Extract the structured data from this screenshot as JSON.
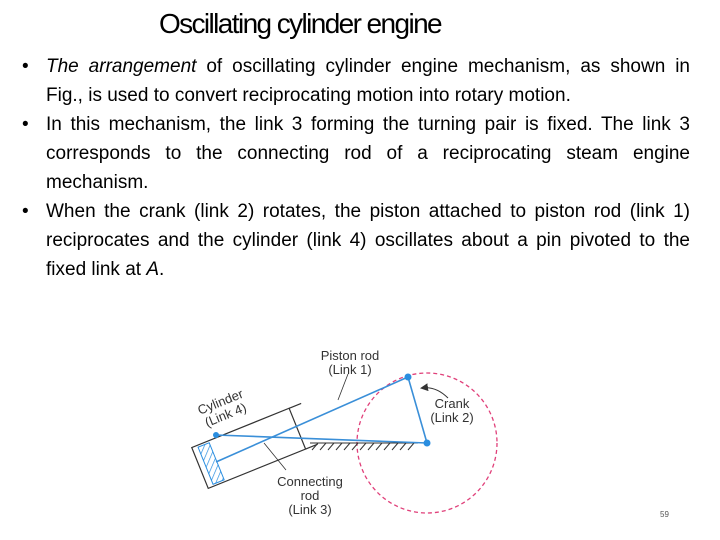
{
  "slide": {
    "title": "Oscillating cylinder engine",
    "bullets": [
      {
        "lead_italic": "The arrangement",
        "text": " of oscillating cylinder engine mechanism, as shown in Fig., is used to convert reciprocating motion into rotary motion."
      },
      {
        "text": "In this mechanism, the link 3 forming the turning pair is fixed. The link 3 corresponds to the connecting rod of a reciprocating steam engine mechanism."
      },
      {
        "text": "When the crank (link 2) rotates, the piston attached to piston rod (link 1) reciprocates and the cylinder (link 4) oscillates about a pin pivoted to the fixed link at ",
        "tail_italic": "A",
        "tail": "."
      }
    ],
    "page_number": "59"
  },
  "diagram": {
    "labels": {
      "piston_rod_line1": "Piston rod",
      "piston_rod_line2": "(Link 1)",
      "cylinder_line1": "Cylinder",
      "cylinder_line2": "(Link 4)",
      "crank_line1": "Crank",
      "crank_line2": "(Link 2)",
      "conn_line1": "Connecting",
      "conn_line2": "rod",
      "conn_line3": "(Link 3)"
    },
    "colors": {
      "circle": "#e0407a",
      "link": "#3a8fd8",
      "joint": "#2a8ee0",
      "cylinder_hatch": "#2a8ee0",
      "ink": "#333333"
    }
  }
}
